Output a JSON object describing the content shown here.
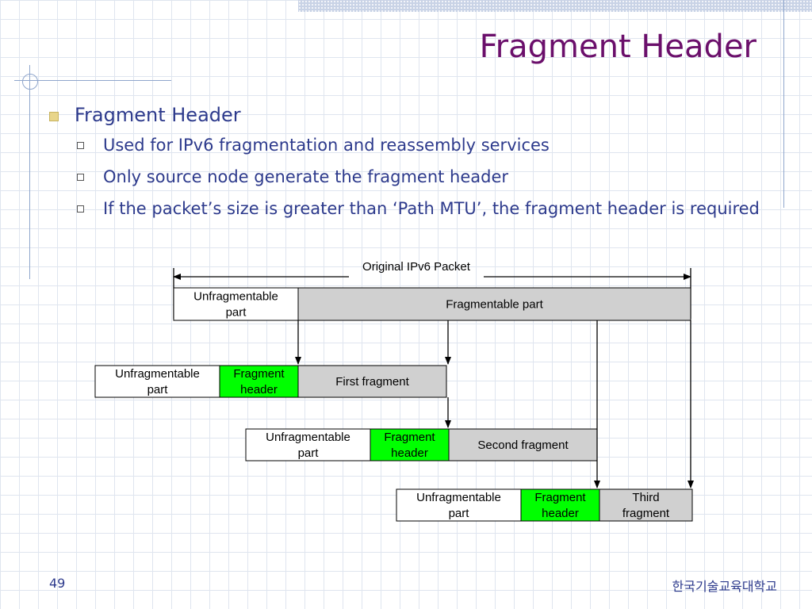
{
  "slide": {
    "title": "Fragment Header",
    "bullet": "Fragment Header",
    "sub_bullets": [
      "Used for IPv6 fragmentation and reassembly services",
      "Only source node generate the fragment header",
      "If the packet’s size is greater than ‘Path MTU’, the fragment header is required"
    ],
    "page_number": "49",
    "institution": "한국기술교육대학교"
  },
  "diagram": {
    "label": "Original IPv6 Packet",
    "original": {
      "unfragmentable": [
        "Unfragmentable",
        "part"
      ],
      "fragmentable": "Fragmentable part"
    },
    "fragments": [
      {
        "unfragmentable": [
          "Unfragmentable",
          "part"
        ],
        "header": [
          "Fragment",
          "header"
        ],
        "data": [
          "First fragment"
        ]
      },
      {
        "unfragmentable": [
          "Unfragmentable",
          "part"
        ],
        "header": [
          "Fragment",
          "header"
        ],
        "data": [
          "Second fragment"
        ]
      },
      {
        "unfragmentable": [
          "Unfragmentable",
          "part"
        ],
        "header": [
          "Fragment",
          "header"
        ],
        "data": [
          "Third",
          "fragment"
        ]
      }
    ],
    "colors": {
      "unfragmentable": "#ffffff",
      "header": "#00ff00",
      "data": "#d0d0d0",
      "line": "#000000"
    }
  }
}
